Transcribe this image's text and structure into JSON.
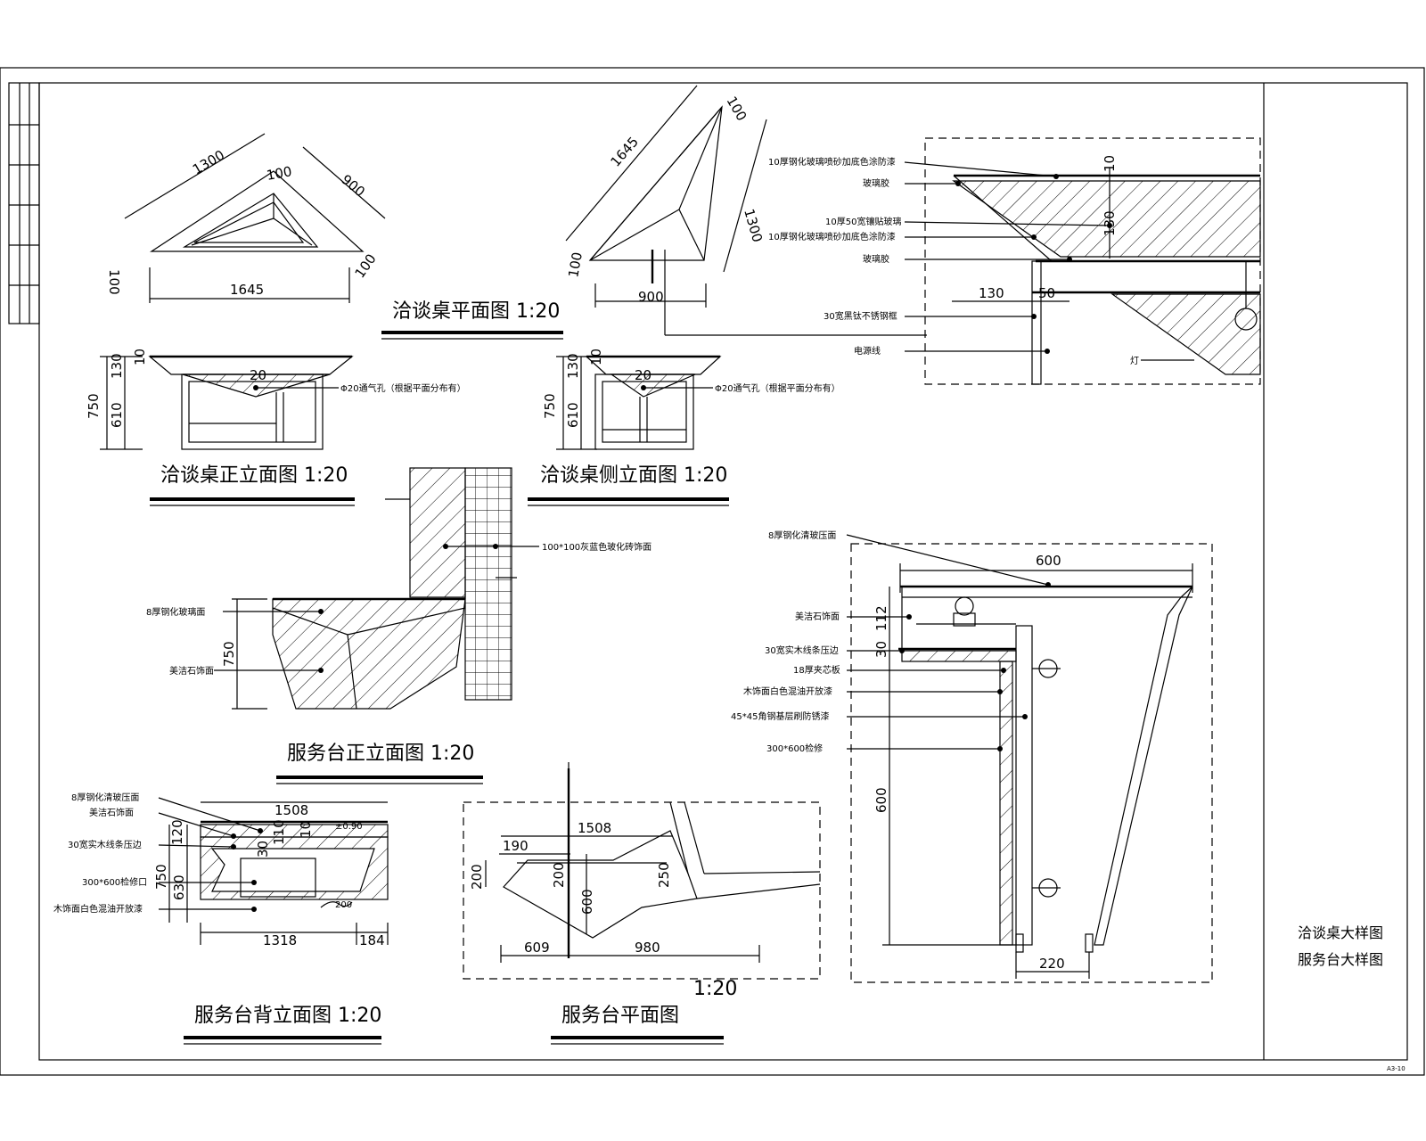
{
  "sheet_title": [
    "洽谈桌大样图",
    "服务台大样图"
  ],
  "sheet_number": "A3-10",
  "views": {
    "table_plan": {
      "title": "洽谈桌平面图 1:20",
      "dims": [
        "1300",
        "900",
        "100",
        "100",
        "100",
        "1645",
        "1645",
        "1300",
        "100",
        "100",
        "900"
      ]
    },
    "table_front": {
      "title": "洽谈桌正立面图  1:20",
      "dims": [
        "750",
        "610",
        "130",
        "10",
        "20"
      ],
      "notes": [
        "Φ20通气孔（根据平面分布有）"
      ]
    },
    "table_side": {
      "title": "洽谈桌侧立面图  1:20",
      "dims": [
        "750",
        "610",
        "130",
        "10",
        "20"
      ],
      "notes": [
        "Φ20通气孔（根据平面分布有）"
      ]
    },
    "table_detail": {
      "dims": [
        "10",
        "130",
        "130",
        "50"
      ],
      "notes": [
        "10厚钢化玻璃喷砂加底色涂防漆",
        "玻璃胶",
        "10厚50宽镶贴玻璃",
        "10厚钢化玻璃喷砂加底色涂防漆",
        "玻璃胶",
        "30宽黑钛不锈钢框",
        "电源线",
        "灯"
      ]
    },
    "counter_front": {
      "title": "服务台正立面图  1:20",
      "dims": [
        "750"
      ],
      "notes": [
        "100*100灰蓝色玻化砖饰面",
        "8厚钢化玻璃面",
        "美洁石饰面"
      ]
    },
    "counter_back": {
      "title": "服务台背立面图  1:20",
      "dims": [
        "1508",
        "120",
        "30",
        "110",
        "10",
        "±0.90",
        "750",
        "630",
        "1318",
        "184",
        "200"
      ],
      "notes": [
        "8厚钢化清玻压面",
        "美洁石饰面",
        "30宽实木线条压边",
        "300*600检修口",
        "木饰面白色混油开放漆"
      ]
    },
    "counter_plan": {
      "title": "服务台平面图",
      "scale": "1:20",
      "dims": [
        "1508",
        "190",
        "200",
        "200",
        "600",
        "250",
        "609",
        "980"
      ]
    },
    "counter_section": {
      "dims": [
        "600",
        "112",
        "30",
        "600",
        "220"
      ],
      "notes": [
        "8厚钢化清玻压面",
        "美洁石饰面",
        "30宽实木线条压边",
        "18厚夹芯板",
        "木饰面白色混油开放漆",
        "45*45角钢基层刷防锈漆",
        "300*600检修"
      ]
    }
  }
}
